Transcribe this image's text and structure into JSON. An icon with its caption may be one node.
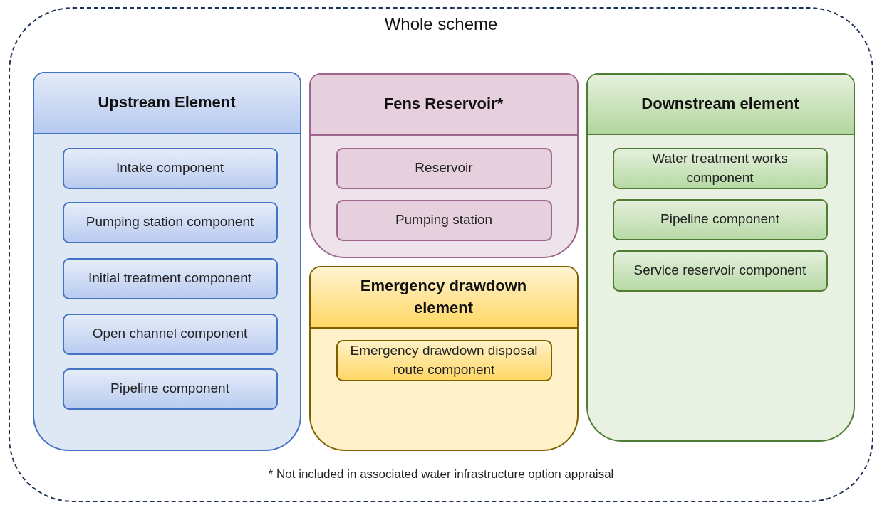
{
  "diagram": {
    "nodes": [
      {
        "text": [
          "Whole scheme"
        ]
      },
      {
        "text": [
          "Upstream Element"
        ],
        "in": 0
      },
      {
        "text": [
          "Intake component"
        ],
        "in": 1
      },
      {
        "text": [
          "Pumping station component"
        ],
        "in": 1
      },
      {
        "text": [
          "Initial treatment component"
        ],
        "in": 1
      },
      {
        "text": [
          "Open channel component"
        ],
        "in": 1
      },
      {
        "text": [
          "Pipeline component"
        ],
        "in": 1
      },
      {
        "text": [
          "Fens Reservoir*"
        ],
        "in": 0
      },
      {
        "text": [
          "Reservoir"
        ],
        "in": 7
      },
      {
        "text": [
          "Pumping station"
        ],
        "in": 7
      },
      {
        "text": [
          "Downstream element"
        ],
        "in": 0
      },
      {
        "text": [
          "Water treatment works component"
        ],
        "in": 10
      },
      {
        "text": [
          "Pipeline component"
        ],
        "in": 10
      },
      {
        "text": [
          "Service reservoir component"
        ],
        "in": 10
      },
      {
        "text": [
          "Emergency drawdown element"
        ],
        "in": 0
      },
      {
        "text": [
          "Emergency drawdown disposal route component"
        ],
        "in": 14
      }
    ],
    "labels": [
      "* Not included in associated water infrastructure option appraisal"
    ]
  }
}
